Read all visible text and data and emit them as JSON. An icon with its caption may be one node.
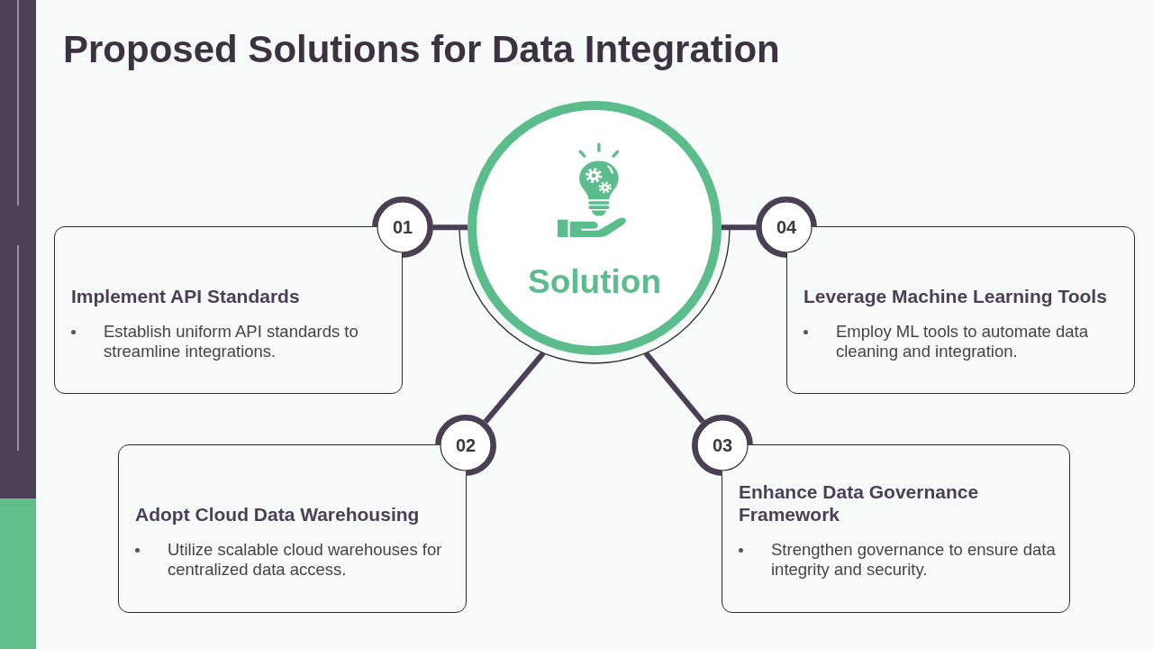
{
  "diagram": {
    "title": "Proposed Solutions for Data Integration",
    "nodes": [
      {
        "text": [
          "Solution"
        ]
      },
      {
        "text": [
          "01"
        ]
      },
      {
        "text": [
          "Implement API Standards",
          "Establish uniform API standards to streamline integrations."
        ]
      },
      {
        "text": [
          "02"
        ]
      },
      {
        "text": [
          "Adopt Cloud Data Warehousing",
          "Utilize scalable cloud warehouses for centralized data access."
        ]
      },
      {
        "text": [
          "03"
        ]
      },
      {
        "text": [
          "Enhance Data Governance Framework",
          "Strengthen governance to ensure data integrity and security."
        ]
      },
      {
        "text": [
          "04"
        ]
      },
      {
        "text": [
          "Leverage Machine Learning Tools",
          "Employ ML tools to automate data cleaning and integration."
        ]
      }
    ],
    "edges": [
      {
        "from": 0,
        "to": 1,
        "arrow": "none"
      },
      {
        "from": 0,
        "to": 3,
        "arrow": "none"
      },
      {
        "from": 0,
        "to": 5,
        "arrow": "none"
      },
      {
        "from": 0,
        "to": 7,
        "arrow": "none"
      }
    ]
  }
}
